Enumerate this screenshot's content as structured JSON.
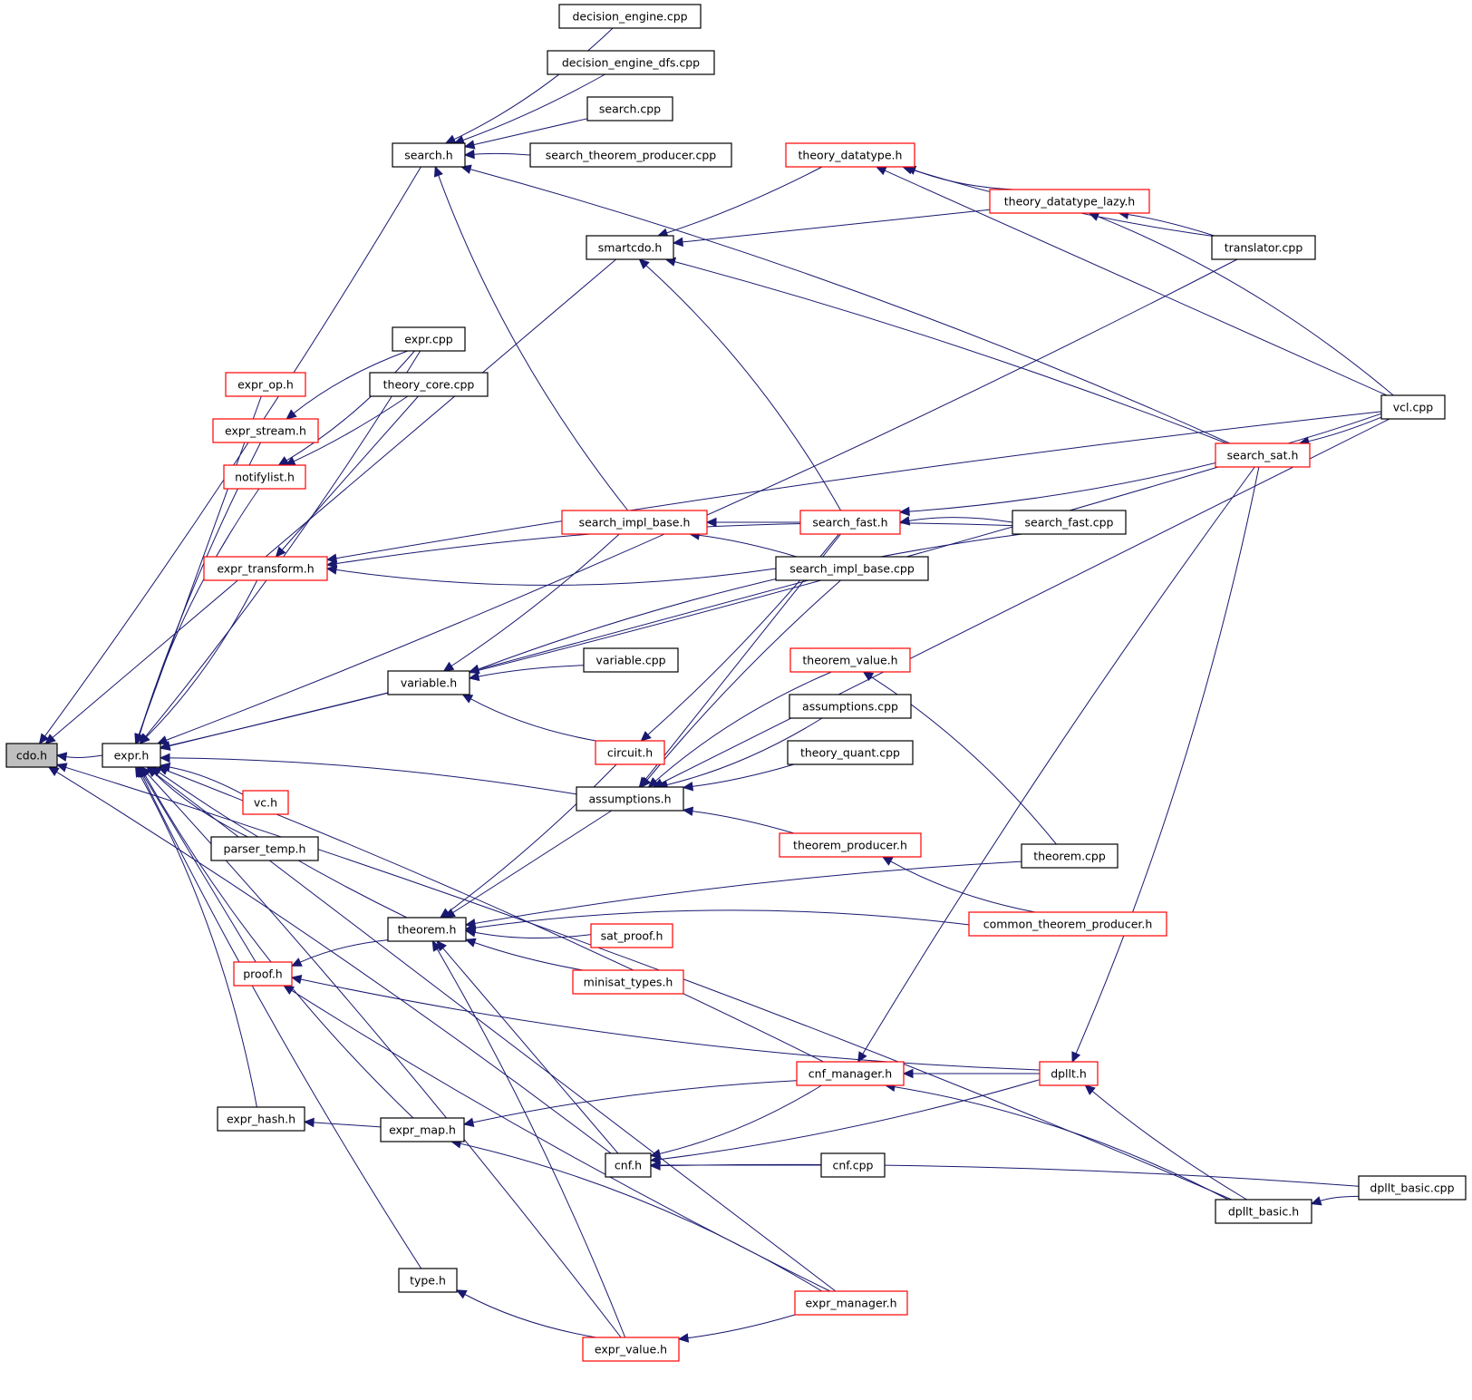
{
  "title": "cdo.h include dependency graph (included-by)",
  "colors": {
    "edge": "#191970",
    "root_fill": "#bfbfbf",
    "border_documented": "#000000",
    "border_undocumented": "#ff0000",
    "node_fill": "#ffffff"
  },
  "nodes": [
    {
      "id": "cdo_h",
      "label": "cdo.h",
      "style": "root"
    },
    {
      "id": "expr_h",
      "label": "expr.h",
      "style": "black"
    },
    {
      "id": "search_h",
      "label": "search.h",
      "style": "black"
    },
    {
      "id": "decision_engine_cpp",
      "label": "decision_engine.cpp",
      "style": "black"
    },
    {
      "id": "decision_engine_dfs_cpp",
      "label": "decision_engine_dfs.cpp",
      "style": "black"
    },
    {
      "id": "search_cpp",
      "label": "search.cpp",
      "style": "black"
    },
    {
      "id": "search_theorem_producer_cpp",
      "label": "search_theorem_producer.cpp",
      "style": "black"
    },
    {
      "id": "theory_datatype_h",
      "label": "theory_datatype.h",
      "style": "red"
    },
    {
      "id": "theory_datatype_lazy_h",
      "label": "theory_datatype_lazy.h",
      "style": "red"
    },
    {
      "id": "smartcdo_h",
      "label": "smartcdo.h",
      "style": "black"
    },
    {
      "id": "translator_cpp",
      "label": "translator.cpp",
      "style": "black"
    },
    {
      "id": "expr_cpp",
      "label": "expr.cpp",
      "style": "black"
    },
    {
      "id": "expr_op_h",
      "label": "expr_op.h",
      "style": "red"
    },
    {
      "id": "theory_core_cpp",
      "label": "theory_core.cpp",
      "style": "black"
    },
    {
      "id": "expr_stream_h",
      "label": "expr_stream.h",
      "style": "red"
    },
    {
      "id": "vcl_cpp",
      "label": "vcl.cpp",
      "style": "black"
    },
    {
      "id": "notifylist_h",
      "label": "notifylist.h",
      "style": "red"
    },
    {
      "id": "search_sat_h",
      "label": "search_sat.h",
      "style": "red"
    },
    {
      "id": "search_impl_base_h",
      "label": "search_impl_base.h",
      "style": "red"
    },
    {
      "id": "search_fast_h",
      "label": "search_fast.h",
      "style": "red"
    },
    {
      "id": "search_fast_cpp",
      "label": "search_fast.cpp",
      "style": "black"
    },
    {
      "id": "expr_transform_h",
      "label": "expr_transform.h",
      "style": "red"
    },
    {
      "id": "search_impl_base_cpp",
      "label": "search_impl_base.cpp",
      "style": "black"
    },
    {
      "id": "variable_cpp",
      "label": "variable.cpp",
      "style": "black"
    },
    {
      "id": "theorem_value_h",
      "label": "theorem_value.h",
      "style": "red"
    },
    {
      "id": "variable_h",
      "label": "variable.h",
      "style": "black"
    },
    {
      "id": "assumptions_cpp",
      "label": "assumptions.cpp",
      "style": "black"
    },
    {
      "id": "circuit_h",
      "label": "circuit.h",
      "style": "red"
    },
    {
      "id": "theory_quant_cpp",
      "label": "theory_quant.cpp",
      "style": "black"
    },
    {
      "id": "assumptions_h",
      "label": "assumptions.h",
      "style": "black"
    },
    {
      "id": "vc_h",
      "label": "vc.h",
      "style": "red"
    },
    {
      "id": "theorem_producer_h",
      "label": "theorem_producer.h",
      "style": "red"
    },
    {
      "id": "parser_temp_h",
      "label": "parser_temp.h",
      "style": "black"
    },
    {
      "id": "theorem_cpp",
      "label": "theorem.cpp",
      "style": "black"
    },
    {
      "id": "common_theorem_producer_h",
      "label": "common_theorem_producer.h",
      "style": "red"
    },
    {
      "id": "theorem_h",
      "label": "theorem.h",
      "style": "black"
    },
    {
      "id": "sat_proof_h",
      "label": "sat_proof.h",
      "style": "red"
    },
    {
      "id": "proof_h",
      "label": "proof.h",
      "style": "red"
    },
    {
      "id": "minisat_types_h",
      "label": "minisat_types.h",
      "style": "red"
    },
    {
      "id": "cnf_manager_h",
      "label": "cnf_manager.h",
      "style": "red"
    },
    {
      "id": "dpllt_h",
      "label": "dpllt.h",
      "style": "red"
    },
    {
      "id": "expr_hash_h",
      "label": "expr_hash.h",
      "style": "black"
    },
    {
      "id": "expr_map_h",
      "label": "expr_map.h",
      "style": "black"
    },
    {
      "id": "cnf_h",
      "label": "cnf.h",
      "style": "black"
    },
    {
      "id": "cnf_cpp",
      "label": "cnf.cpp",
      "style": "black"
    },
    {
      "id": "dpllt_basic_cpp",
      "label": "dpllt_basic.cpp",
      "style": "black"
    },
    {
      "id": "dpllt_basic_h",
      "label": "dpllt_basic.h",
      "style": "black"
    },
    {
      "id": "type_h",
      "label": "type.h",
      "style": "black"
    },
    {
      "id": "expr_manager_h",
      "label": "expr_manager.h",
      "style": "red"
    },
    {
      "id": "expr_value_h",
      "label": "expr_value.h",
      "style": "red"
    }
  ],
  "edges": [
    {
      "from": "expr_h",
      "to": "cdo_h"
    },
    {
      "from": "search_h",
      "to": "cdo_h"
    },
    {
      "from": "smartcdo_h",
      "to": "cdo_h"
    },
    {
      "from": "cnf_h",
      "to": "cdo_h"
    },
    {
      "from": "dpllt_basic_h",
      "to": "cdo_h"
    },
    {
      "from": "decision_engine_cpp",
      "to": "search_h"
    },
    {
      "from": "decision_engine_dfs_cpp",
      "to": "search_h"
    },
    {
      "from": "search_cpp",
      "to": "search_h"
    },
    {
      "from": "search_theorem_producer_cpp",
      "to": "search_h"
    },
    {
      "from": "search_sat_h",
      "to": "search_h"
    },
    {
      "from": "search_impl_base_h",
      "to": "search_h"
    },
    {
      "from": "theory_datatype_h",
      "to": "smartcdo_h"
    },
    {
      "from": "theory_datatype_lazy_h",
      "to": "smartcdo_h"
    },
    {
      "from": "search_sat_h",
      "to": "smartcdo_h"
    },
    {
      "from": "search_fast_h",
      "to": "smartcdo_h"
    },
    {
      "from": "theory_datatype_lazy_h",
      "to": "theory_datatype_h"
    },
    {
      "from": "translator_cpp",
      "to": "theory_datatype_h"
    },
    {
      "from": "vcl_cpp",
      "to": "theory_datatype_h"
    },
    {
      "from": "translator_cpp",
      "to": "theory_datatype_lazy_h"
    },
    {
      "from": "vcl_cpp",
      "to": "theory_datatype_lazy_h"
    },
    {
      "from": "translator_cpp",
      "to": "expr_h"
    },
    {
      "from": "expr_cpp",
      "to": "expr_h"
    },
    {
      "from": "expr_op_h",
      "to": "expr_h"
    },
    {
      "from": "expr_stream_h",
      "to": "expr_h"
    },
    {
      "from": "notifylist_h",
      "to": "expr_h"
    },
    {
      "from": "expr_transform_h",
      "to": "expr_h"
    },
    {
      "from": "search_sat_h",
      "to": "expr_h"
    },
    {
      "from": "variable_h",
      "to": "expr_h"
    },
    {
      "from": "assumptions_h",
      "to": "expr_h"
    },
    {
      "from": "vc_h",
      "to": "expr_h"
    },
    {
      "from": "parser_temp_h",
      "to": "expr_h"
    },
    {
      "from": "theorem_h",
      "to": "expr_h"
    },
    {
      "from": "proof_h",
      "to": "expr_h"
    },
    {
      "from": "cnf_manager_h",
      "to": "expr_h"
    },
    {
      "from": "expr_hash_h",
      "to": "expr_h"
    },
    {
      "from": "expr_map_h",
      "to": "expr_h"
    },
    {
      "from": "type_h",
      "to": "expr_h"
    },
    {
      "from": "expr_manager_h",
      "to": "expr_h"
    },
    {
      "from": "expr_value_h",
      "to": "expr_h"
    },
    {
      "from": "expr_cpp",
      "to": "expr_stream_h"
    },
    {
      "from": "expr_cpp",
      "to": "notifylist_h"
    },
    {
      "from": "theory_core_cpp",
      "to": "notifylist_h"
    },
    {
      "from": "theory_core_cpp",
      "to": "expr_transform_h"
    },
    {
      "from": "vcl_cpp",
      "to": "expr_transform_h"
    },
    {
      "from": "search_fast_cpp",
      "to": "expr_transform_h"
    },
    {
      "from": "search_impl_base_cpp",
      "to": "expr_transform_h"
    },
    {
      "from": "vcl_cpp",
      "to": "search_sat_h"
    },
    {
      "from": "search_fast_h",
      "to": "search_impl_base_h"
    },
    {
      "from": "search_impl_base_cpp",
      "to": "search_impl_base_h"
    },
    {
      "from": "search_fast_cpp",
      "to": "search_fast_h"
    },
    {
      "from": "vcl_cpp",
      "to": "search_fast_h"
    },
    {
      "from": "search_impl_base_h",
      "to": "variable_h"
    },
    {
      "from": "search_impl_base_cpp",
      "to": "variable_h"
    },
    {
      "from": "variable_cpp",
      "to": "variable_h"
    },
    {
      "from": "search_fast_cpp",
      "to": "variable_h"
    },
    {
      "from": "circuit_h",
      "to": "variable_h"
    },
    {
      "from": "search_fast_h",
      "to": "circuit_h"
    },
    {
      "from": "search_fast_h",
      "to": "assumptions_h"
    },
    {
      "from": "search_impl_base_cpp",
      "to": "assumptions_h"
    },
    {
      "from": "theorem_value_h",
      "to": "assumptions_h"
    },
    {
      "from": "assumptions_cpp",
      "to": "assumptions_h"
    },
    {
      "from": "theory_quant_cpp",
      "to": "assumptions_h"
    },
    {
      "from": "vcl_cpp",
      "to": "assumptions_h"
    },
    {
      "from": "theorem_producer_h",
      "to": "assumptions_h"
    },
    {
      "from": "theorem_cpp",
      "to": "theorem_value_h"
    },
    {
      "from": "common_theorem_producer_h",
      "to": "theorem_producer_h"
    },
    {
      "from": "circuit_h",
      "to": "theorem_h"
    },
    {
      "from": "assumptions_h",
      "to": "theorem_h"
    },
    {
      "from": "theorem_cpp",
      "to": "theorem_h"
    },
    {
      "from": "common_theorem_producer_h",
      "to": "theorem_h"
    },
    {
      "from": "sat_proof_h",
      "to": "theorem_h"
    },
    {
      "from": "minisat_types_h",
      "to": "theorem_h"
    },
    {
      "from": "cnf_h",
      "to": "theorem_h"
    },
    {
      "from": "expr_value_h",
      "to": "theorem_h"
    },
    {
      "from": "theorem_h",
      "to": "proof_h"
    },
    {
      "from": "dpllt_h",
      "to": "proof_h"
    },
    {
      "from": "expr_manager_h",
      "to": "proof_h"
    },
    {
      "from": "dpllt_h",
      "to": "cnf_manager_h"
    },
    {
      "from": "search_sat_h",
      "to": "cnf_manager_h"
    },
    {
      "from": "dpllt_basic_h",
      "to": "cnf_manager_h"
    },
    {
      "from": "search_sat_h",
      "to": "dpllt_h"
    },
    {
      "from": "dpllt_basic_h",
      "to": "dpllt_h"
    },
    {
      "from": "expr_map_h",
      "to": "expr_hash_h"
    },
    {
      "from": "cnf_manager_h",
      "to": "expr_map_h"
    },
    {
      "from": "expr_manager_h",
      "to": "expr_map_h"
    },
    {
      "from": "cnf_manager_h",
      "to": "cnf_h"
    },
    {
      "from": "dpllt_h",
      "to": "cnf_h"
    },
    {
      "from": "cnf_cpp",
      "to": "cnf_h"
    },
    {
      "from": "dpllt_basic_cpp",
      "to": "cnf_h"
    },
    {
      "from": "dpllt_basic_cpp",
      "to": "dpllt_basic_h"
    },
    {
      "from": "expr_value_h",
      "to": "type_h"
    },
    {
      "from": "expr_manager_h",
      "to": "expr_value_h"
    }
  ]
}
